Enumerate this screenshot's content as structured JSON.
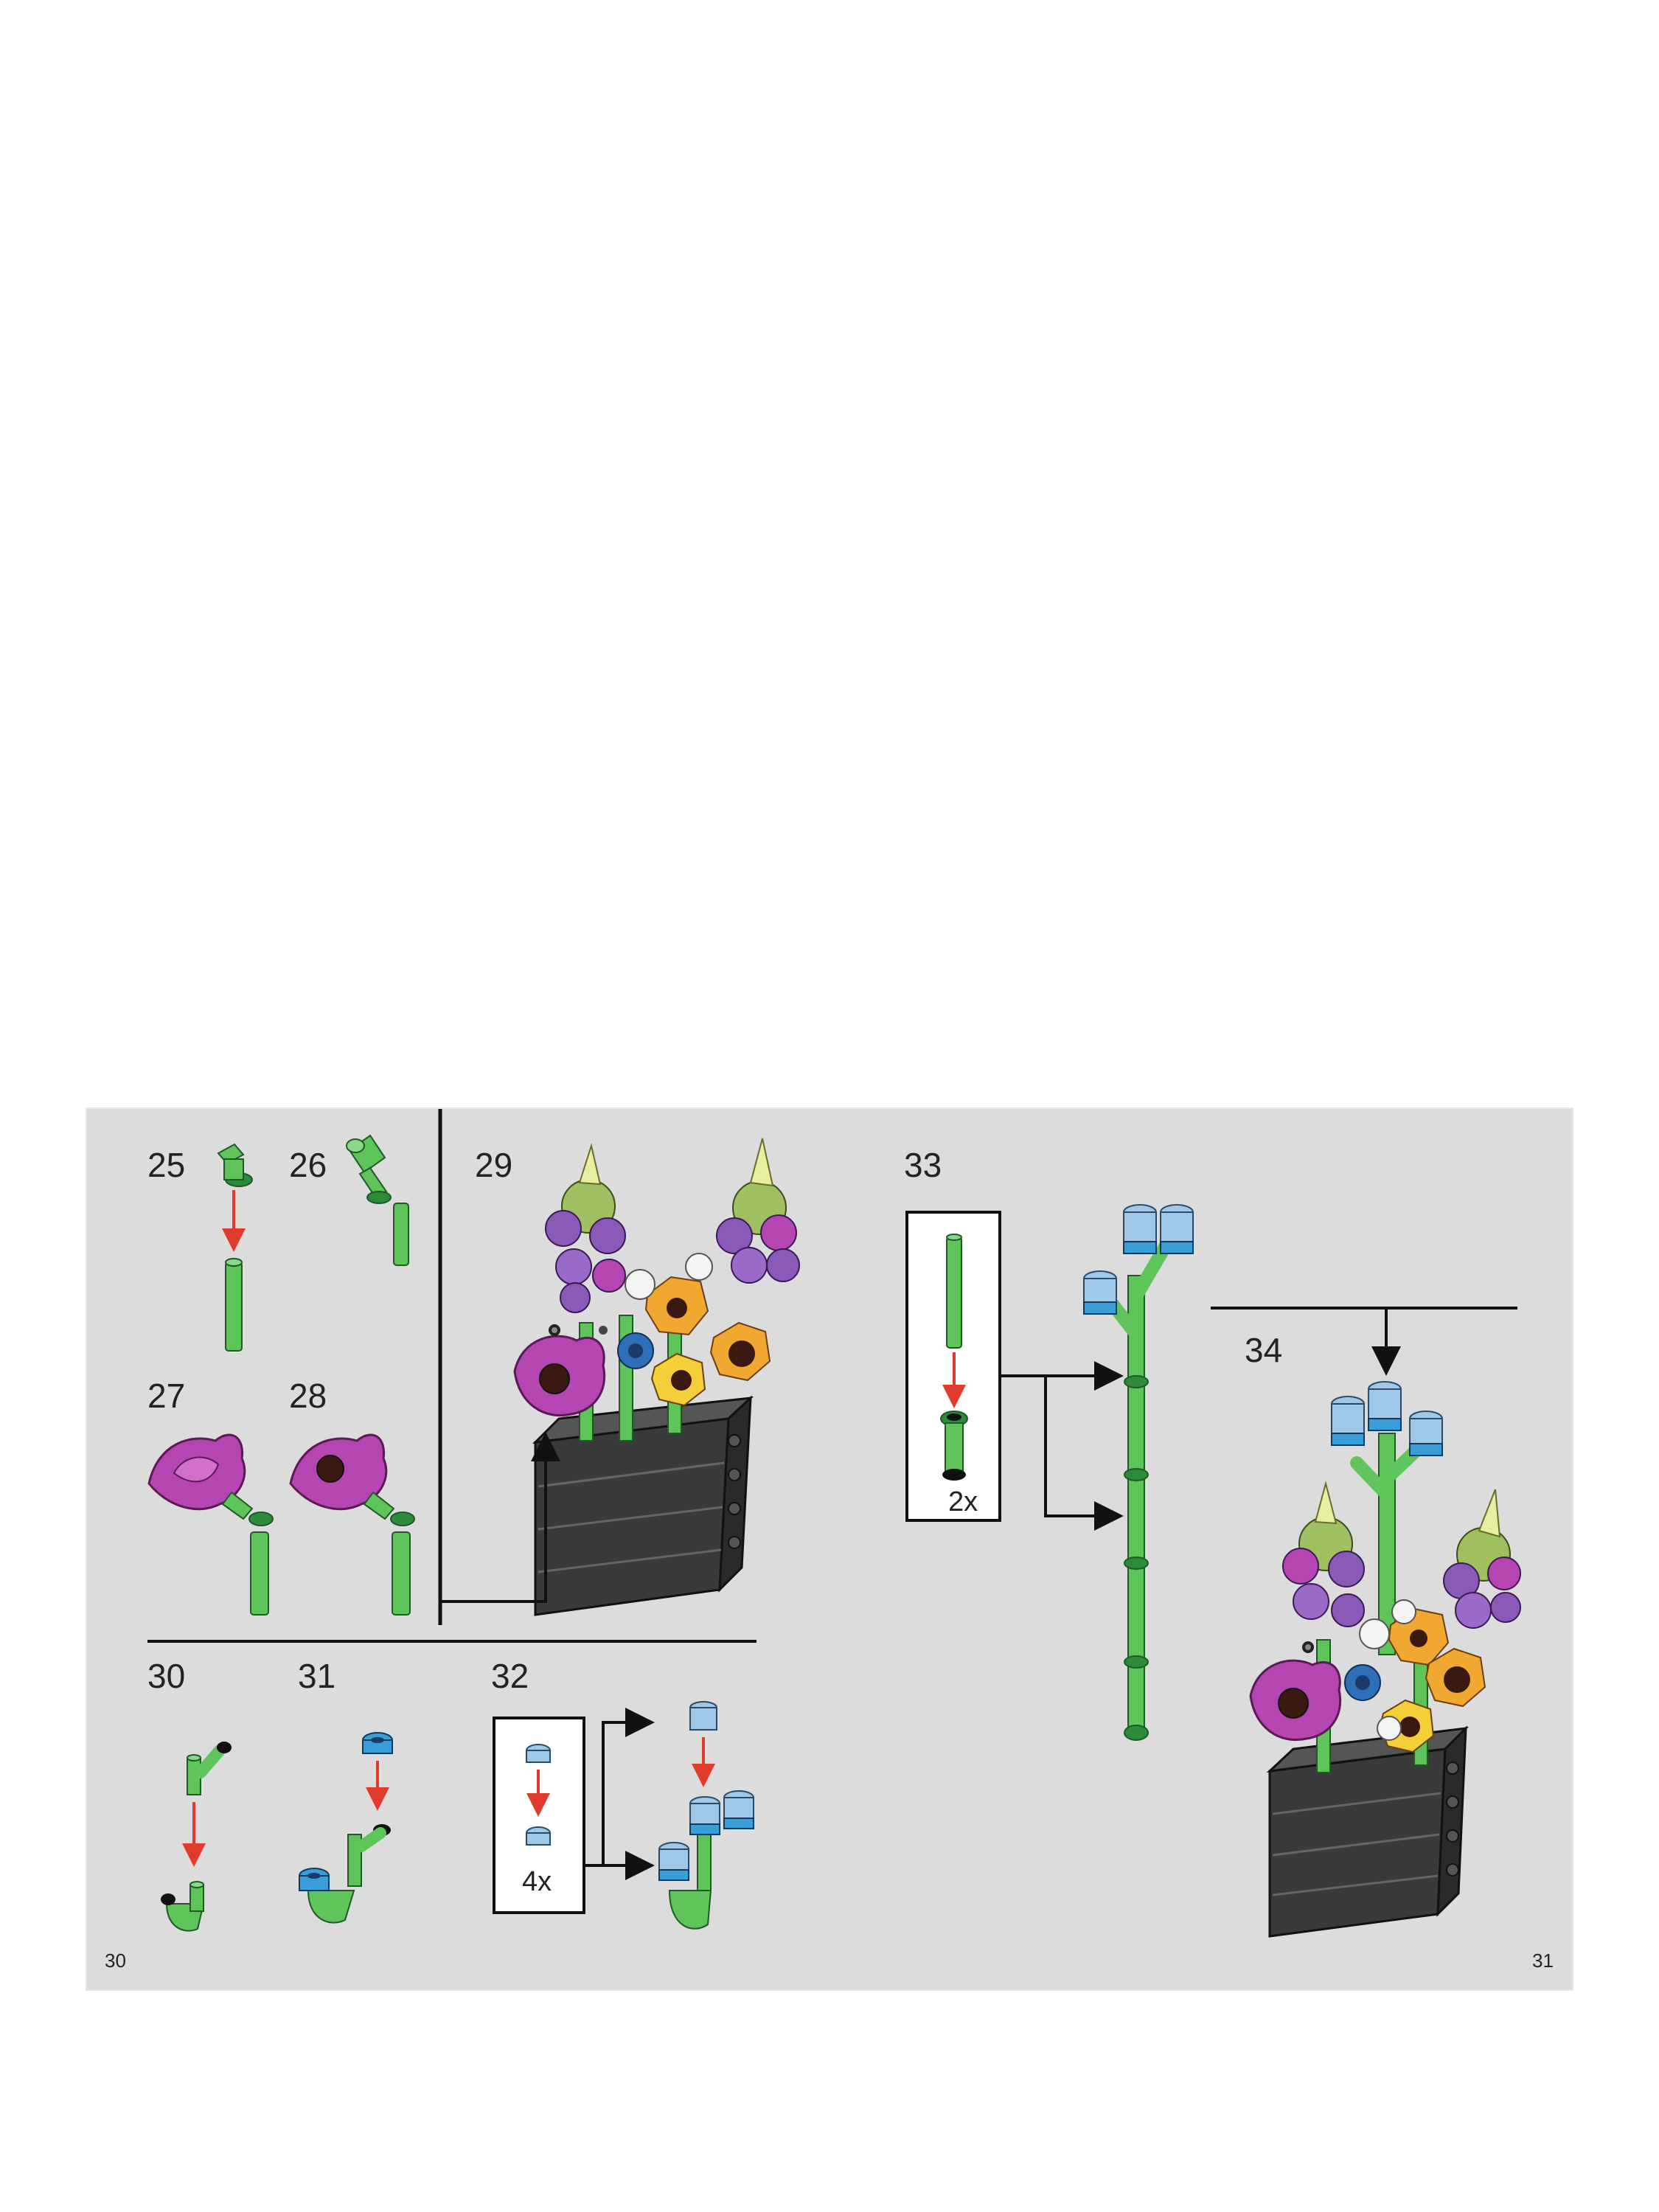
{
  "page_left": "30",
  "page_right": "31",
  "steps": {
    "s25": "25",
    "s26": "26",
    "s27": "27",
    "s28": "28",
    "s29": "29",
    "s30": "30",
    "s31": "31",
    "s32": "32",
    "s33": "33",
    "s34": "34"
  },
  "callouts": {
    "c32": "4x",
    "c33": "2x"
  },
  "colors": {
    "page_bg": "#dcdcdc",
    "stem_green": "#5fc45a",
    "dark_green": "#2e8b3a",
    "flower_magenta": "#b545b0",
    "flower_purple": "#8a5ab8",
    "flower_orange": "#f0a830",
    "flower_yellow": "#f5cf3a",
    "flower_blue": "#2f6fb8",
    "light_blue": "#9fc8e8",
    "medium_blue": "#3a9fd8",
    "lime": "#e8eea0",
    "vase_black": "#3a3a3a",
    "arrow_red": "#e03a2a"
  }
}
